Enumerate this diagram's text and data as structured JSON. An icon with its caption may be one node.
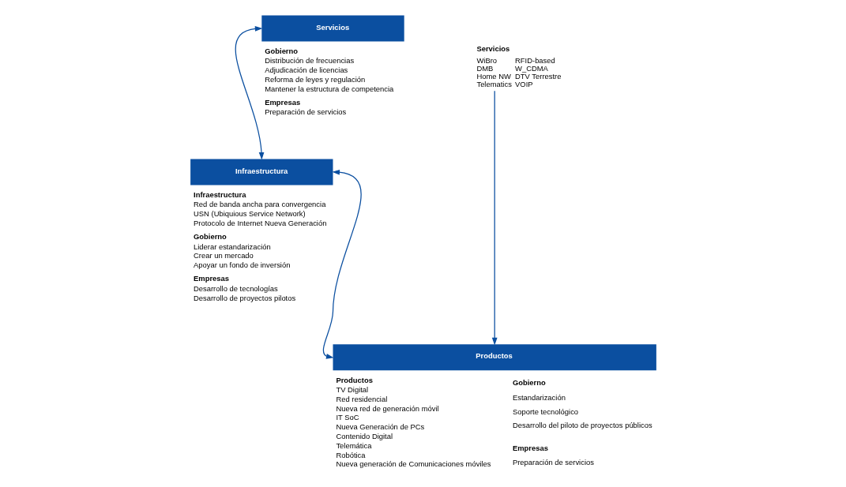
{
  "diagram": {
    "nodes": [
      {
        "text": [
          "Servicios"
        ],
        "beside": [
          "Gobierno",
          "Distribución de frecuencias",
          "Adjudicación de licencias",
          "Reforma de leyes y regulación",
          "Mantener la estructura de competencia",
          "Empresas",
          "Preparación de servicios"
        ]
      },
      {
        "text": [
          "Infraestructura"
        ],
        "beside": [
          "Infraestructura",
          "Red de banda ancha para convergencia",
          "USN (Ubiquious Service Network)",
          "Protocolo de Internet Nueva Generación",
          "Gobierno",
          "Liderar estandarización",
          "Crear un mercado",
          "Apoyar un fondo de inversión",
          "Empresas",
          "Desarrollo de tecnologías",
          "Desarrollo de proyectos pilotos"
        ]
      },
      {
        "text": [
          "Productos"
        ],
        "beside": [
          "Productos",
          "TV Digital",
          "Red residencial",
          "Nueva red de generación móvil",
          "IT SoC",
          "Nueva Generación de PCs",
          "Contenido Digital",
          "Telemática",
          "Robótica",
          "Nueva generación de Comunicaciones móviles",
          "Gobierno",
          "Estandarización",
          "Soporte tecnológico",
          "Desarrollo del piloto de proyectos públicos",
          "Empresas",
          "Preparación de servicios"
        ]
      },
      {
        "text": [
          "Servicios",
          "WiBro",
          "DMB",
          "Home NW",
          "Telematics",
          "RFID-based",
          "W_CDMA",
          "DTV Terrestre",
          "VOIP"
        ]
      }
    ],
    "edges": [
      {
        "from": 0,
        "to": 1,
        "arrow": "both"
      },
      {
        "from": 1,
        "to": 2,
        "arrow": "both"
      },
      {
        "from": 3,
        "to": 2,
        "arrow": "to"
      }
    ]
  }
}
